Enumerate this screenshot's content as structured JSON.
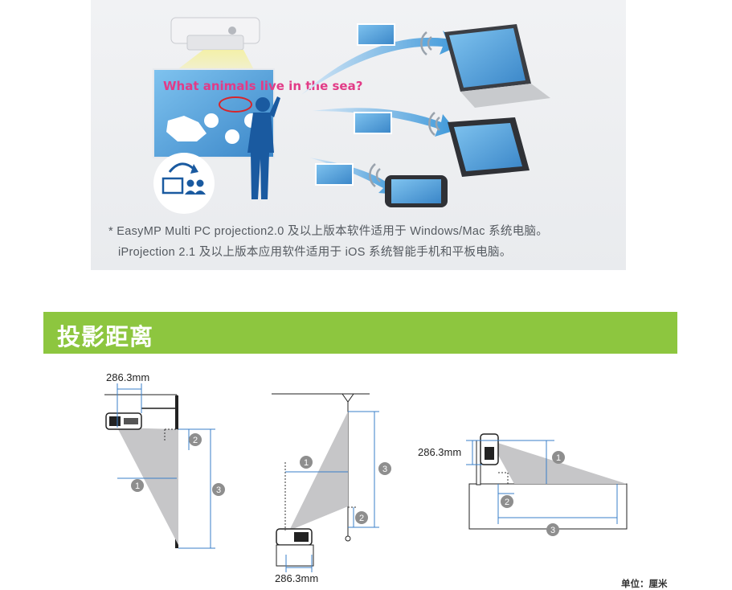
{
  "banner": {
    "screen_text": "What animals live in the sea?",
    "notes": [
      "* EasyMP Multi PC projection2.0 及以上版本软件适用于 Windows/Mac 系统电脑。",
      "iProjection 2.1 及以上版本应用软件适用于 iOS 系统智能手机和平板电脑。"
    ]
  },
  "section": {
    "title": "投影距离"
  },
  "diagrams": {
    "wall_dim": "286.3mm",
    "ceiling_dim": "286.3mm",
    "table_dim": "286.3mm",
    "markers": [
      "1",
      "2",
      "3"
    ]
  },
  "unit_label": "单位：厘米",
  "colors": {
    "accent_green": "#8dc63f",
    "arrow_blue": "#4a9fd8",
    "dim_line": "#3a7fc8"
  }
}
